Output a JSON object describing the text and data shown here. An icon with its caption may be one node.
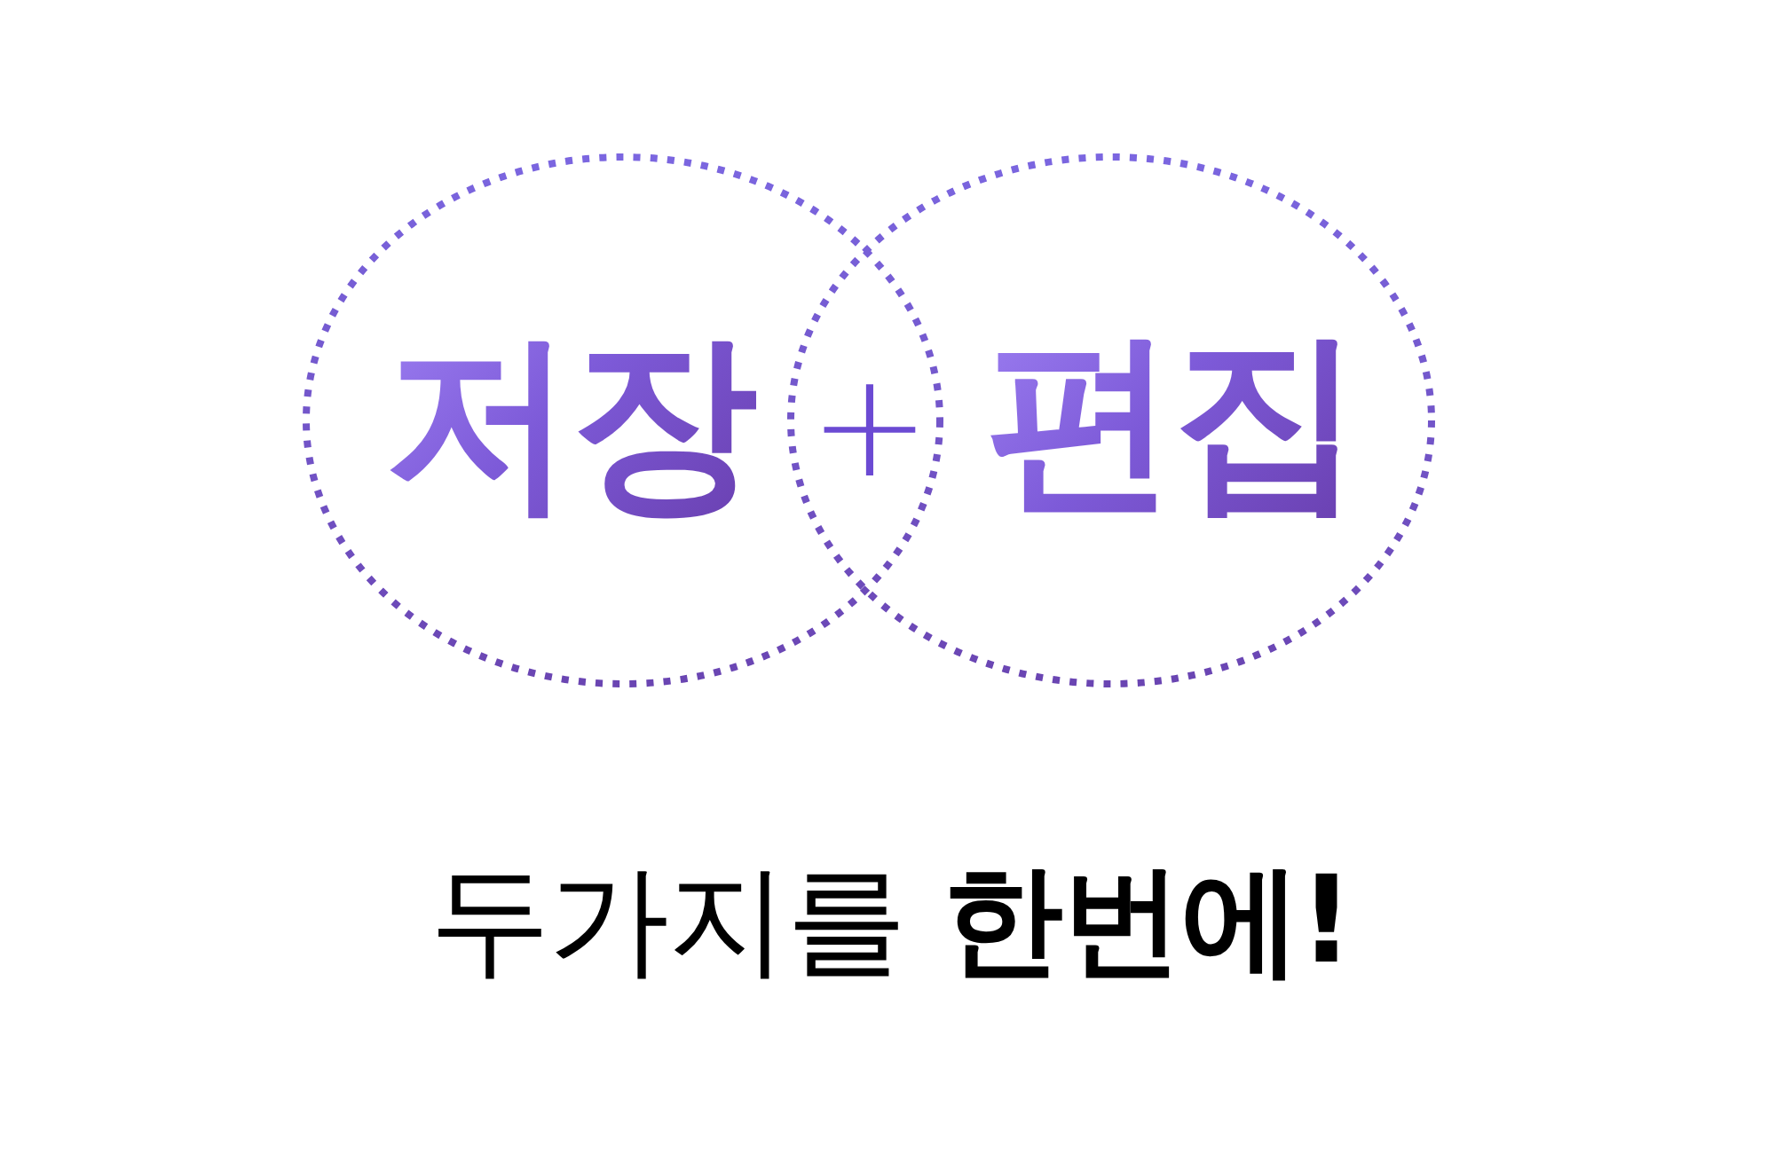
{
  "diagram": {
    "caption": "두가지를 **한번에!**",
    "nodes": [
      {
        "text": [
          "저장"
        ]
      },
      {
        "text": [
          "편집"
        ]
      }
    ],
    "labels": [
      "+"
    ]
  }
}
